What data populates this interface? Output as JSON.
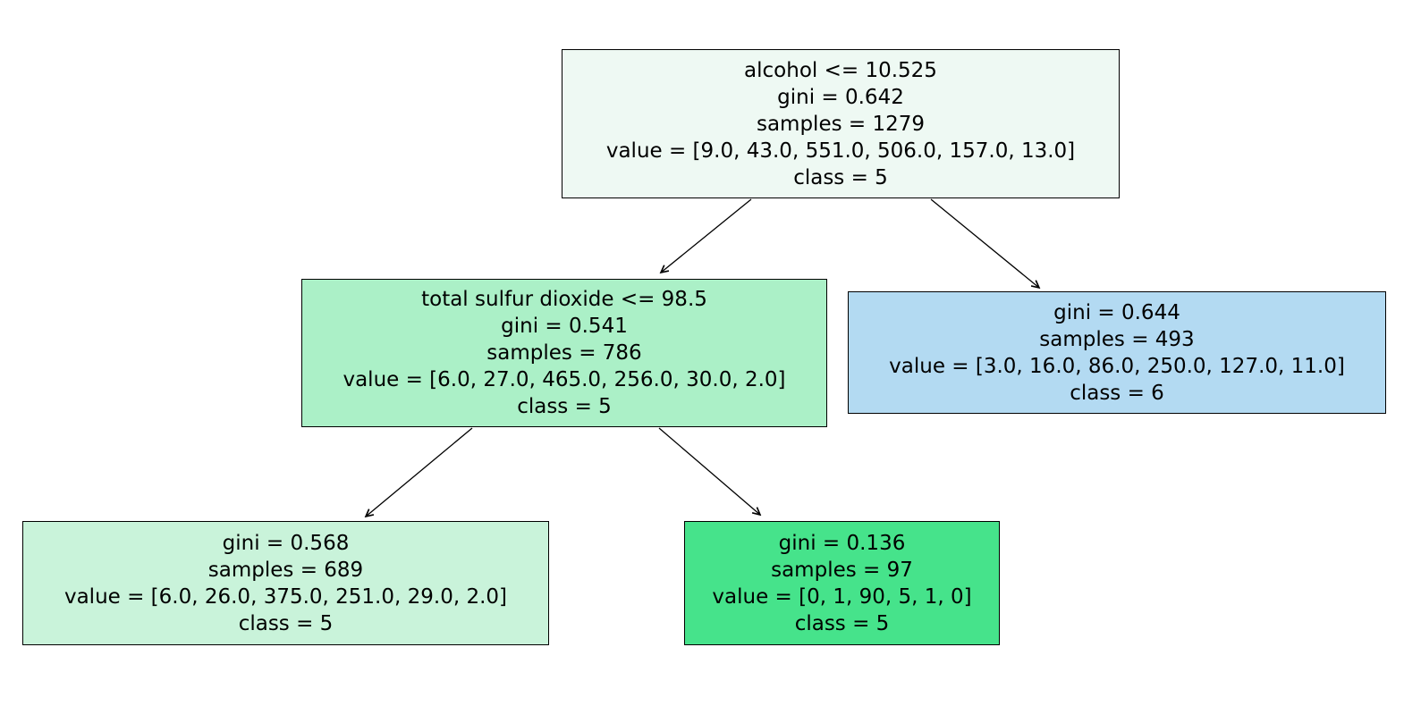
{
  "figure": {
    "type": "decision-tree",
    "background": "#ffffff",
    "node_border_color": "#000000",
    "text_color": "#000000",
    "edge_color": "#000000"
  },
  "tree": {
    "nodes": [
      {
        "id": "root",
        "depth": 0,
        "split": "alcohol <= 10.525",
        "gini": 0.642,
        "samples": 1279,
        "value": [
          9.0,
          43.0,
          551.0,
          506.0,
          157.0,
          13.0
        ],
        "class": "5",
        "fill": "#eef9f3",
        "css": "background-color:#eef9f3",
        "lines": [
          "alcohol <= 10.525",
          "gini = 0.642",
          "samples = 1279",
          "value = [9.0, 43.0, 551.0, 506.0, 157.0, 13.0]",
          "class = 5"
        ]
      },
      {
        "id": "left",
        "depth": 1,
        "split": "total sulfur dioxide <= 98.5",
        "gini": 0.541,
        "samples": 786,
        "value": [
          6.0,
          27.0,
          465.0,
          256.0,
          30.0,
          2.0
        ],
        "class": "5",
        "fill": "#abf0c7",
        "css": "background-color:#abf0c7",
        "lines": [
          "total sulfur dioxide <= 98.5",
          "gini = 0.541",
          "samples = 786",
          "value = [6.0, 27.0, 465.0, 256.0, 30.0, 2.0]",
          "class = 5"
        ]
      },
      {
        "id": "right",
        "depth": 1,
        "gini": 0.644,
        "samples": 493,
        "value": [
          3.0,
          16.0,
          86.0,
          250.0,
          127.0,
          11.0
        ],
        "class": "6",
        "fill": "#b3daf2",
        "css": "background-color:#b3daf2",
        "lines": [
          "gini = 0.644",
          "samples = 493",
          "value = [3.0, 16.0, 86.0, 250.0, 127.0, 11.0]",
          "class = 6"
        ]
      },
      {
        "id": "left-left",
        "depth": 2,
        "gini": 0.568,
        "samples": 689,
        "value": [
          6.0,
          26.0,
          375.0,
          251.0,
          29.0,
          2.0
        ],
        "class": "5",
        "fill": "#c9f3da",
        "css": "background-color:#c9f3da",
        "lines": [
          "gini = 0.568",
          "samples = 689",
          "value = [6.0, 26.0, 375.0, 251.0, 29.0, 2.0]",
          "class = 5"
        ]
      },
      {
        "id": "left-right",
        "depth": 2,
        "gini": 0.136,
        "samples": 97,
        "value": [
          0,
          1,
          90,
          5,
          1,
          0
        ],
        "class": "5",
        "fill": "#46e38b",
        "css": "background-color:#46e38b",
        "lines": [
          "gini = 0.136",
          "samples = 97",
          "value = [0, 1, 90, 5, 1, 0]",
          "class = 5"
        ]
      }
    ],
    "edges": [
      {
        "from": "root",
        "to": "left"
      },
      {
        "from": "root",
        "to": "right"
      },
      {
        "from": "left",
        "to": "left-left"
      },
      {
        "from": "left",
        "to": "left-right"
      }
    ]
  }
}
